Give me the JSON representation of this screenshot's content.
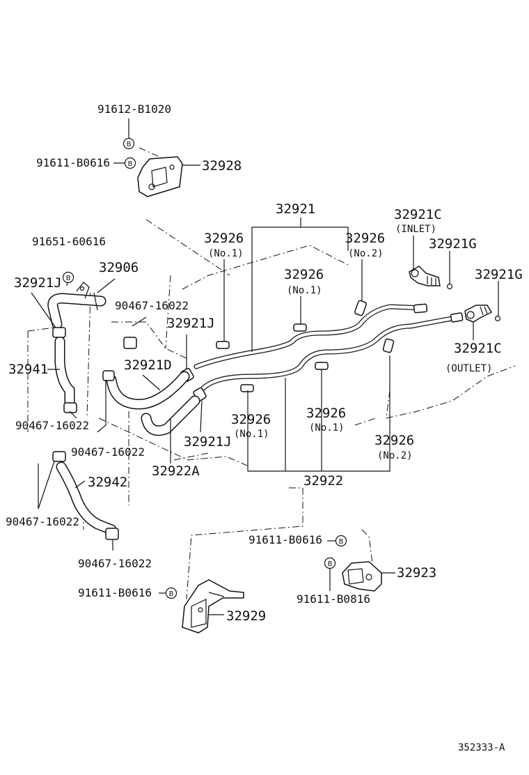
{
  "labels": {
    "p91612_b1020": "91612-B1020",
    "p91611_b0616_top": "91611-B0616",
    "p32928": "32928",
    "p32921": "32921",
    "p32926_a": "32926",
    "no1_a": "(No.1)",
    "p32926_b": "32926",
    "no2_a": "(No.2)",
    "p32921c_in": "32921C",
    "inlet": "(INLET)",
    "p32921g_a": "32921G",
    "p32921g_b": "32921G",
    "p91651_60616": "91651-60616",
    "p32906": "32906",
    "p32921j_a": "32921J",
    "p32926_c": "32926",
    "no1_b": "(No.1)",
    "p90467_a": "90467-16022",
    "p32921j_b": "32921J",
    "p32921c_out": "32921C",
    "outlet": "(OUTLET)",
    "p32941": "32941",
    "p32921d": "32921D",
    "p90467_b": "90467-16022",
    "p90467_c": "90467-16022",
    "p32926_d": "32926",
    "no1_c": "(No.1)",
    "p32926_e": "32926",
    "no1_d": "(No.1)",
    "p32926_f": "32926",
    "no2_b": "(No.2)",
    "p32921j_c": "32921J",
    "p32922a": "32922A",
    "p32922": "32922",
    "p32942": "32942",
    "p90467_d": "90467-16022",
    "p90467_e": "90467-16022",
    "p91611_b0616_mid": "91611-B0616",
    "p32923": "32923",
    "p91611_b0816": "91611-B0816",
    "p91611_b0616_bot": "91611-B0616",
    "p32929": "32929",
    "drawing_no": "352333-A"
  },
  "bubble_letter": "B"
}
